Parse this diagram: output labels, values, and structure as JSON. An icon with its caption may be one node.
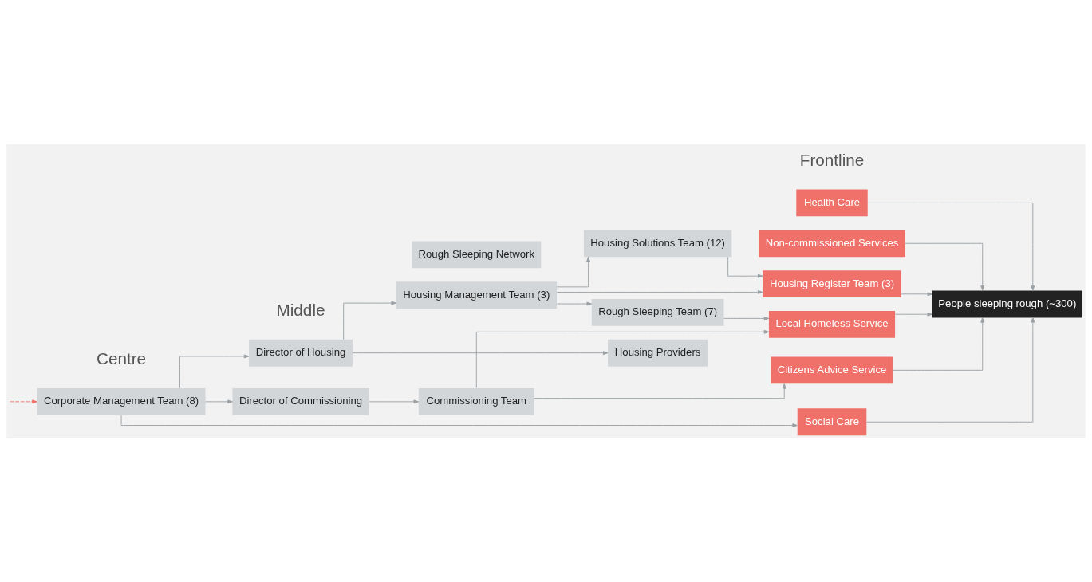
{
  "diagram": {
    "nodes": [
      {
        "text": [
          "Corporate Management Team (8)"
        ]
      },
      {
        "text": [
          "Director of Housing"
        ]
      },
      {
        "text": [
          "Housing Management Team (3)"
        ]
      },
      {
        "text": [
          "Director of Commissioning"
        ]
      },
      {
        "text": [
          "Commissioning Team"
        ]
      },
      {
        "text": [
          "Housing Solutions Team (12)"
        ]
      },
      {
        "text": [
          "Rough Sleeping Team (7)"
        ]
      },
      {
        "text": [
          "Housing Providers"
        ]
      },
      {
        "text": [
          "Rough Sleeping Network"
        ]
      },
      {
        "text": [
          "Housing Register Team (3)"
        ]
      },
      {
        "text": [
          "Local Homeless Service"
        ]
      },
      {
        "text": [
          "Citizens Advice Service"
        ]
      },
      {
        "text": [
          "Social Care"
        ]
      },
      {
        "text": [
          "Health Care"
        ]
      },
      {
        "text": [
          "Non-commissioned Services"
        ]
      },
      {
        "text": [
          "People sleeping rough (~300)"
        ]
      }
    ],
    "edges": [
      {
        "from": null,
        "to": 0,
        "arrow": "to",
        "style": "dashed",
        "color": "#f0706a"
      },
      {
        "from": 0,
        "to": 1,
        "arrow": "to"
      },
      {
        "from": 0,
        "to": 3,
        "arrow": "to"
      },
      {
        "from": 0,
        "to": 12,
        "arrow": "to"
      },
      {
        "from": 1,
        "to": 2,
        "arrow": "to"
      },
      {
        "from": 1,
        "to": 7,
        "arrow": "to"
      },
      {
        "from": 2,
        "to": 9,
        "arrow": "to"
      },
      {
        "from": 2,
        "to": 5,
        "arrow": "to"
      },
      {
        "from": 2,
        "to": 6,
        "arrow": "to"
      },
      {
        "from": 3,
        "to": 4,
        "arrow": "to"
      },
      {
        "from": 5,
        "to": 9,
        "arrow": "to"
      },
      {
        "from": 6,
        "to": 10,
        "arrow": "to"
      },
      {
        "from": 4,
        "to": 10,
        "arrow": "to"
      },
      {
        "from": 4,
        "to": 11,
        "arrow": "to"
      },
      {
        "from": 9,
        "to": 15,
        "arrow": "to"
      },
      {
        "from": 10,
        "to": 15,
        "arrow": "to"
      },
      {
        "from": 11,
        "to": 15,
        "arrow": "to"
      },
      {
        "from": 12,
        "to": 15,
        "arrow": "to"
      },
      {
        "from": 13,
        "to": 15,
        "arrow": "to"
      },
      {
        "from": 14,
        "to": 15,
        "arrow": "to"
      }
    ],
    "labels": [
      "Centre",
      "Middle",
      "Frontline"
    ]
  }
}
